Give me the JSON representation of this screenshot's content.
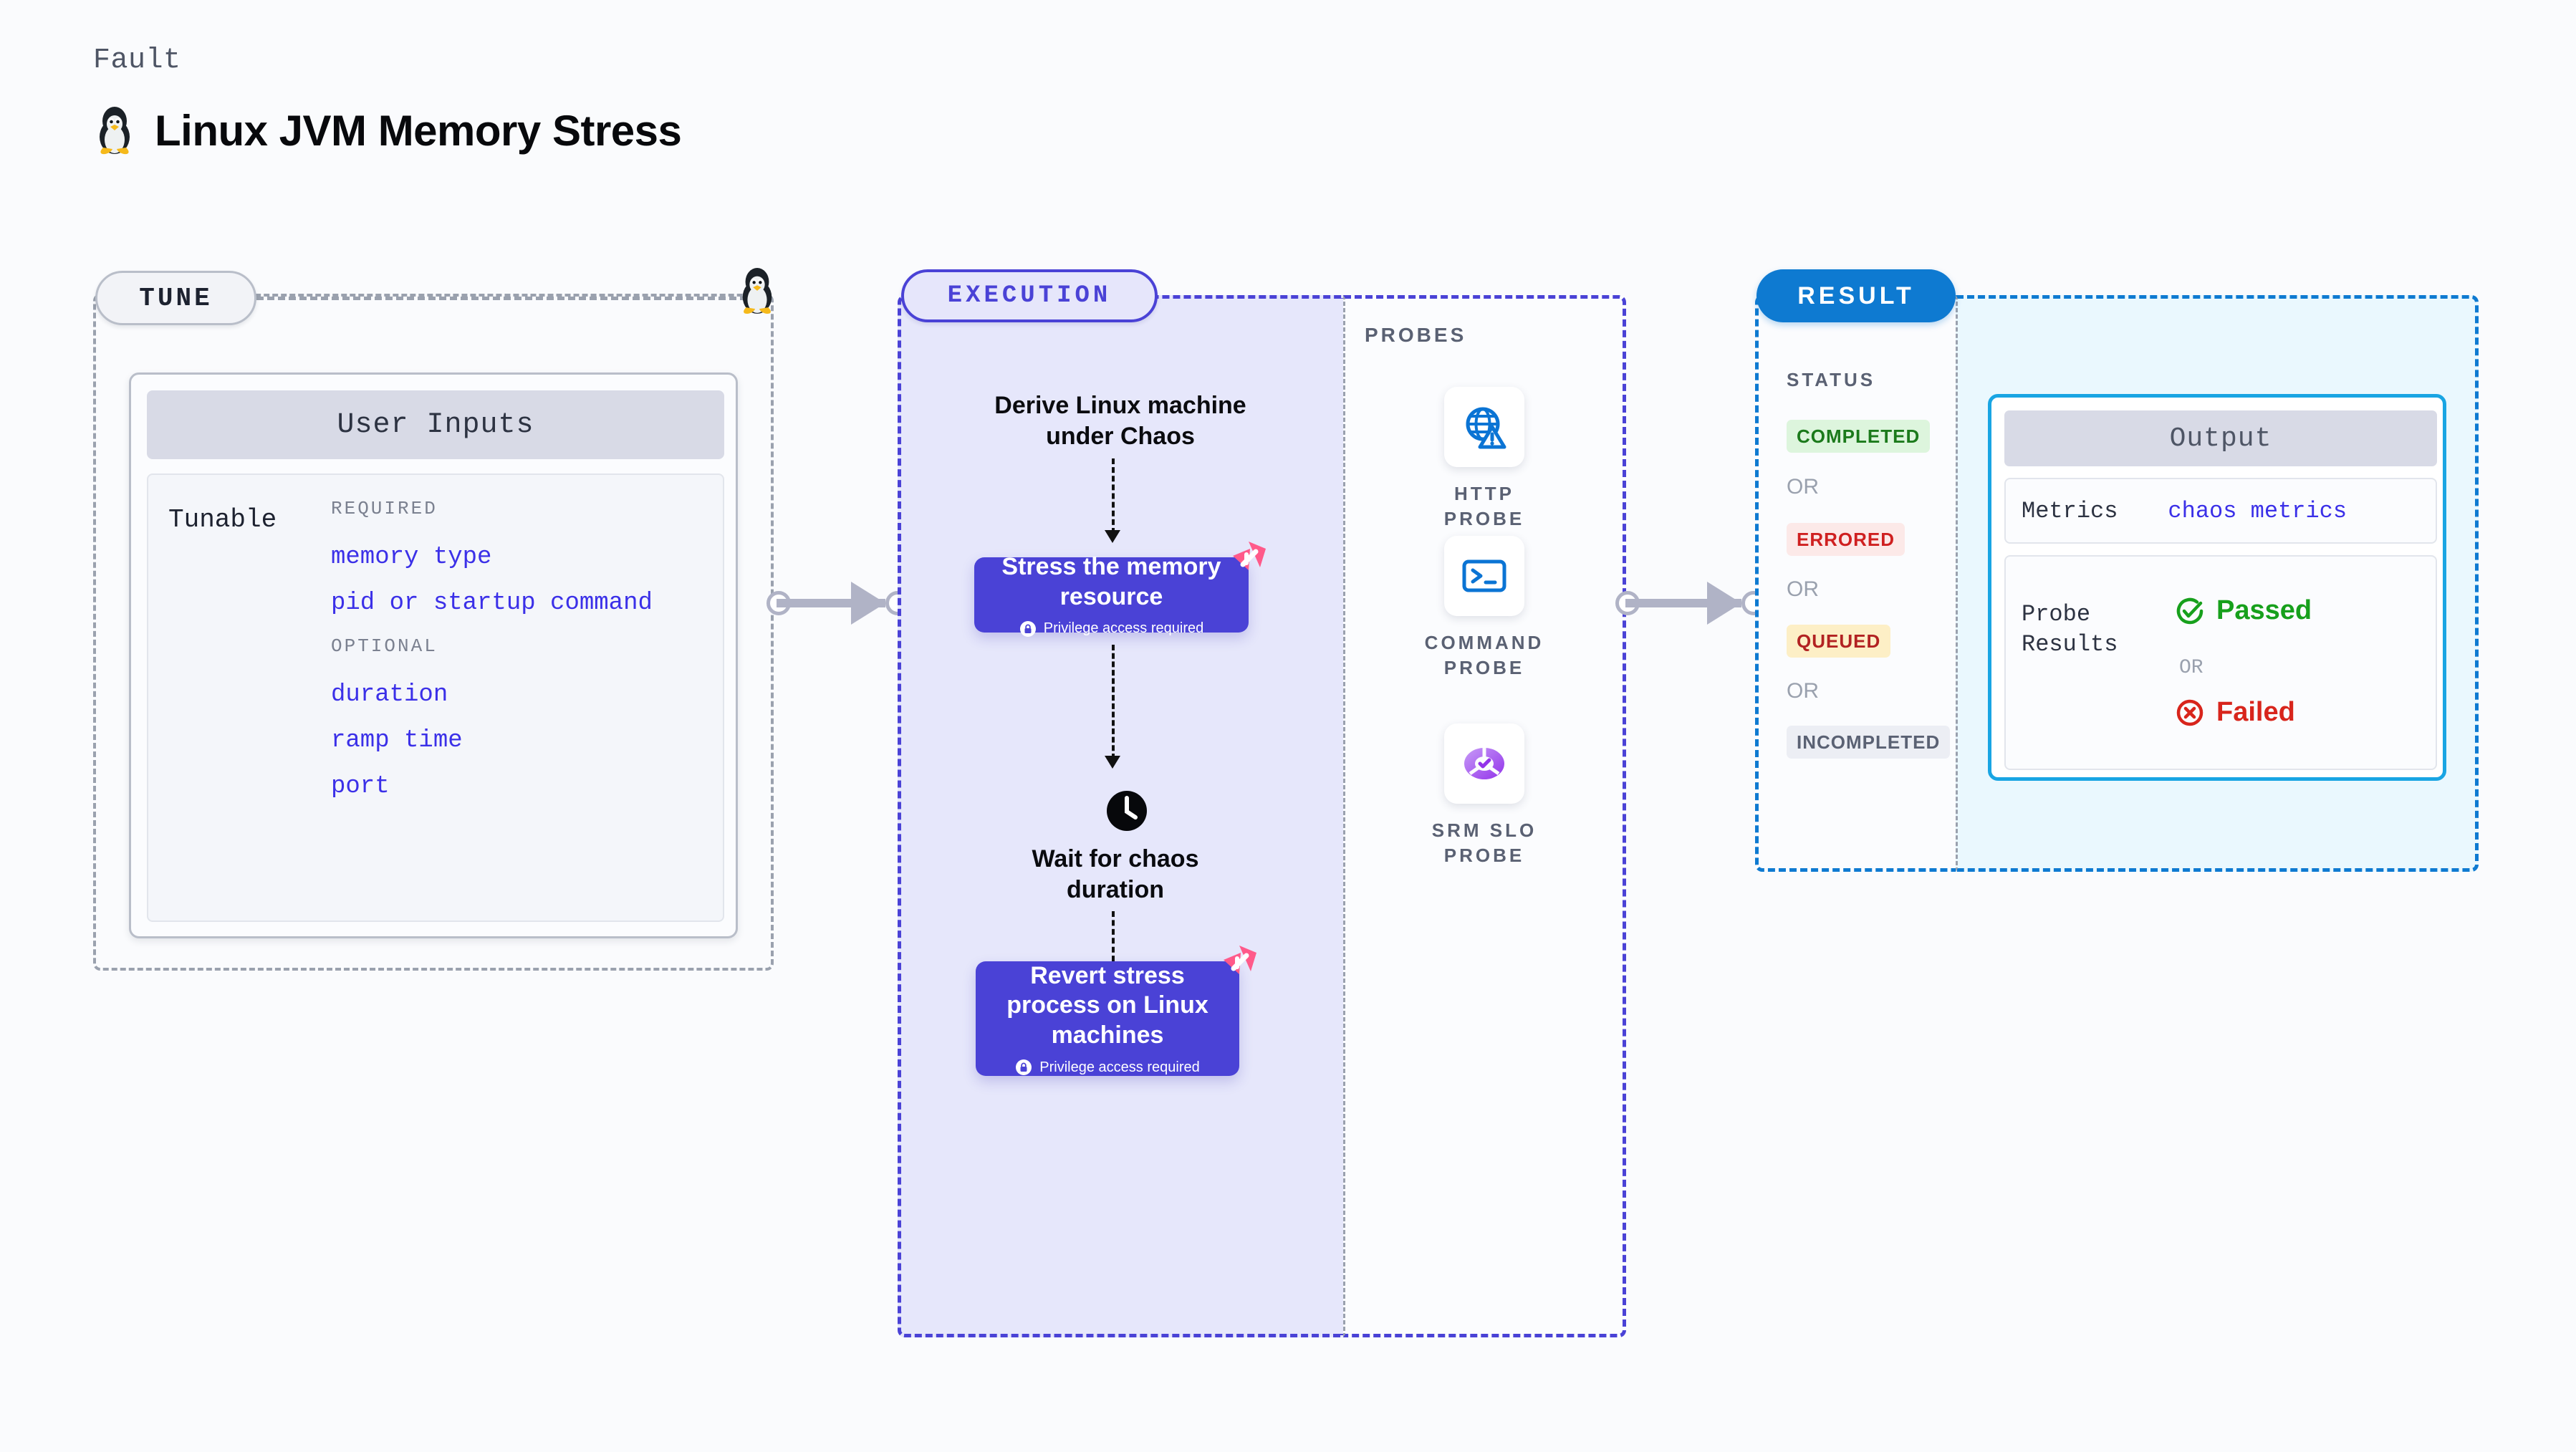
{
  "header": {
    "eyebrow": "Fault",
    "title": "Linux JVM Memory Stress",
    "icon": "linux-penguin-icon"
  },
  "tune": {
    "pill_label": "TUNE",
    "card_title": "User Inputs",
    "tunable_label": "Tunable",
    "groups": [
      {
        "heading": "REQUIRED",
        "items": [
          "memory type",
          "pid or startup command"
        ]
      },
      {
        "heading": "OPTIONAL",
        "items": [
          "duration",
          "ramp time",
          "port"
        ]
      }
    ]
  },
  "execution": {
    "pill_label": "EXECUTION",
    "steps": [
      {
        "type": "text",
        "label": "Derive Linux machine under Chaos"
      },
      {
        "type": "node",
        "label": "Stress the memory resource",
        "badge": "Privilege access required",
        "flag": "harness-flag-icon"
      },
      {
        "type": "wait",
        "label": "Wait for chaos duration",
        "icon": "clock-icon"
      },
      {
        "type": "node",
        "label": "Revert stress process on Linux machines",
        "badge": "Privilege access required",
        "flag": "harness-flag-icon"
      }
    ]
  },
  "probes": {
    "title": "PROBES",
    "items": [
      {
        "label": "HTTP PROBE",
        "icon": "globe-warning-icon"
      },
      {
        "label": "COMMAND PROBE",
        "icon": "terminal-icon"
      },
      {
        "label": "SRM SLO PROBE",
        "icon": "slo-donut-check-icon"
      }
    ]
  },
  "result": {
    "pill_label": "RESULT",
    "status_title": "STATUS",
    "or_label": "OR",
    "statuses": [
      {
        "label": "COMPLETED",
        "color": "#1b7a1b",
        "bg": "#ddf5dd"
      },
      {
        "label": "ERRORED",
        "color": "#cf2020",
        "bg": "#fce9e8"
      },
      {
        "label": "QUEUED",
        "color": "#b22222",
        "bg": "#fdefc6"
      },
      {
        "label": "INCOMPLETED",
        "color": "#5a6173",
        "bg": "#eceef4"
      }
    ],
    "output": {
      "title": "Output",
      "metrics_key": "Metrics",
      "metrics_value": "chaos metrics",
      "probe_results_key": "Probe Results",
      "passed_label": "Passed",
      "failed_label": "Failed",
      "or_label": "OR",
      "passed_icon": "check-circle-icon",
      "failed_icon": "x-circle-icon"
    }
  },
  "colors": {
    "indigo": "#4a42d6",
    "blue": "#0e7ad1",
    "cyan_border": "#19a5e3",
    "link_blue": "#3b30e8",
    "gray_dash": "#9aa1ae",
    "pink_flag": "#ff5a8a"
  }
}
